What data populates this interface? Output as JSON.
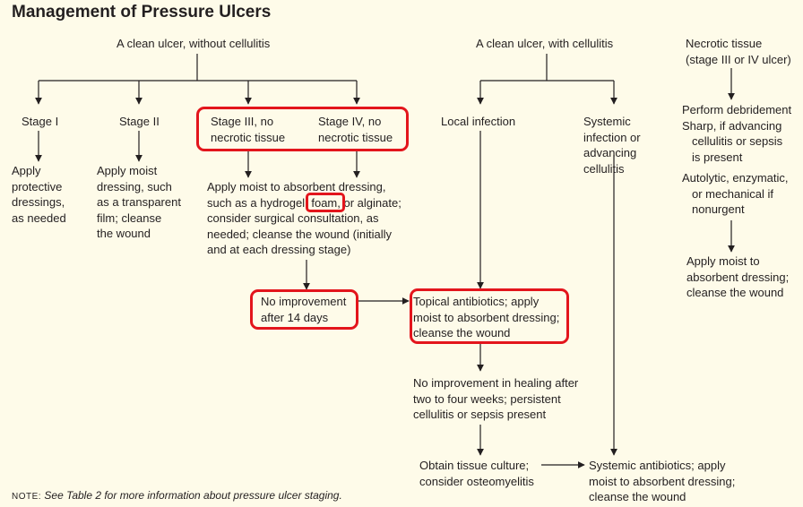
{
  "title": "Management of Pressure Ulcers",
  "branches": {
    "without_cellulitis": "A clean ulcer, without cellulitis",
    "with_cellulitis": "A clean ulcer, with cellulitis",
    "necrotic": [
      "Necrotic tissue",
      "(stage III or IV ulcer)"
    ]
  },
  "stages": {
    "stage1": "Stage I",
    "stage2": "Stage II",
    "stage3": [
      "Stage III, no",
      "necrotic tissue"
    ],
    "stage4": [
      "Stage IV, no",
      "necrotic tissue"
    ]
  },
  "treatments": {
    "stage1": [
      "Apply",
      "protective",
      "dressings,",
      "as needed"
    ],
    "stage2": [
      "Apply moist",
      "dressing, such",
      "as a transparent",
      "film; cleanse",
      "the wound"
    ],
    "stage34": {
      "line1": "Apply moist to absorbent dressing,",
      "line2_pre": "such as a hydrogel,",
      "line2_foam": "foam,",
      "line2_post": "or alginate;",
      "line3": "consider surgical consultation, as",
      "line4": "needed; cleanse the wound (initially",
      "line5": "and at each dressing stage)"
    }
  },
  "no_improvement_14": [
    "No improvement",
    "after 14 days"
  ],
  "local_infection": "Local infection",
  "systemic_infection": [
    "Systemic",
    "infection or",
    "advancing",
    "cellulitis"
  ],
  "topical": [
    "Topical antibiotics; apply",
    "moist to absorbent dressing;",
    "cleanse the wound"
  ],
  "no_improvement_healing": [
    "No improvement in healing after",
    "two to four weeks; persistent",
    "cellulitis or sepsis present"
  ],
  "tissue_culture": [
    "Obtain tissue culture;",
    "consider osteomyelitis"
  ],
  "systemic_antibiotics": [
    "Systemic antibiotics; apply",
    "moist to absorbent dressing;",
    "cleanse the wound"
  ],
  "debridement": {
    "heading": "Perform debridement",
    "sharp": [
      "Sharp, if advancing",
      "cellulitis or sepsis",
      "is present"
    ],
    "autolytic": [
      "Autolytic, enzymatic,",
      "or mechanical if",
      "nonurgent"
    ]
  },
  "necrotic_dressing": [
    "Apply moist to",
    "absorbent dressing;",
    "cleanse the wound"
  ],
  "note": {
    "label": "NOTE:",
    "text": "See Table 2 for more information about pressure ulcer staging."
  },
  "colors": {
    "background": "#fefbe9",
    "text": "#231f20",
    "highlight": "#e3151c"
  }
}
